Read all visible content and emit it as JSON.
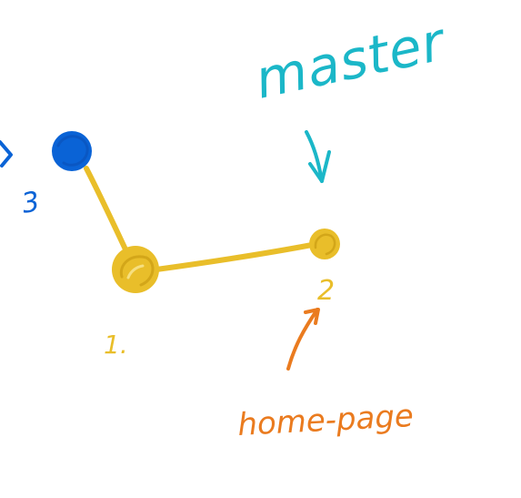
{
  "diagram": {
    "colors": {
      "commit_yellow": "#E9BE2A",
      "commit_blue": "#0A63D6",
      "master_cyan": "#1BB7C8",
      "home_orange": "#EA7B1F",
      "ink_shadow": "#C99B13"
    },
    "labels": {
      "master": "master",
      "home_page": "home-page",
      "commit_1": "1.",
      "commit_2": "2",
      "commit_3": "3"
    }
  }
}
